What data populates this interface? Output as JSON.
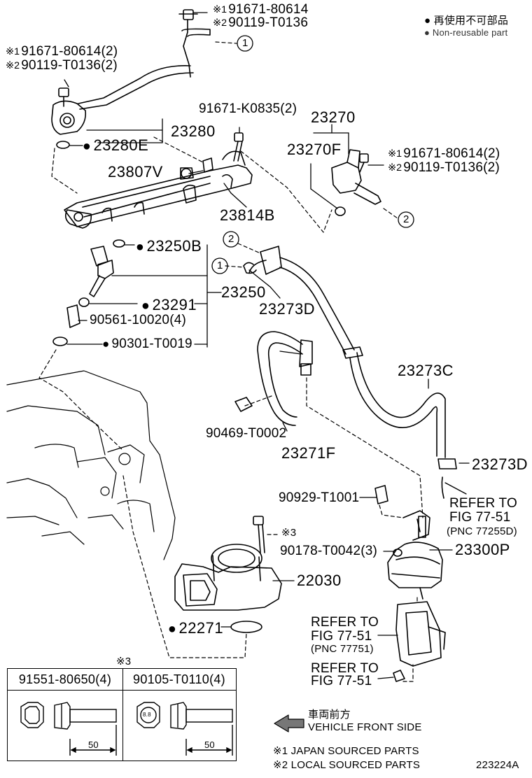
{
  "legend": {
    "reusable_ja": "● 再使用不可部品",
    "reusable_en": "● Non-reusable part"
  },
  "labels": {
    "p1": {
      "mark": "※1",
      "text": "91671-80614"
    },
    "p2": {
      "mark": "※2",
      "text": "90119-T0136"
    },
    "p3": {
      "mark": "※1",
      "text": "91671-80614(2)"
    },
    "p4": {
      "mark": "※2",
      "text": "90119-T0136(2)"
    },
    "p5": "91671-K0835(2)",
    "p6": "23270",
    "p7": "23280",
    "p8": "23280E",
    "p9": "23270F",
    "p10": {
      "mark": "※1",
      "text": "91671-80614(2)"
    },
    "p11": {
      "mark": "※2",
      "text": "90119-T0136(2)"
    },
    "p12": "23807V",
    "p13": "23814B",
    "p14": "23250B",
    "p15": "23250",
    "p16": "23273D",
    "p17": "23291",
    "p18": "90561-10020(4)",
    "p19": "90301-T0019",
    "p20": "23273C",
    "p21": "90469-T0002",
    "p22": "23271F",
    "p23": "23273D",
    "p24": "90929-T1001",
    "p25": "REFER TO",
    "p26": "FIG 77-51",
    "p27": "(PNC 77255D)",
    "p28": "※3",
    "p29": "90178-T0042(3)",
    "p30": "23300P",
    "p31": "22030",
    "p32": "22271",
    "p33": "REFER TO",
    "p34": "FIG 77-51",
    "p35": "(PNC 77751)",
    "p36": "REFER TO",
    "p37": "FIG 77-51"
  },
  "callouts": [
    "1",
    "2",
    "2",
    "1"
  ],
  "table": {
    "mark": "※3",
    "col1_header": "91551-80650(4)",
    "col2_header": "90105-T0110(4)",
    "col1_dim": "50",
    "col2_dim": "50",
    "col2_head_mark": "8.8"
  },
  "footer": {
    "front_ja": "車両前方",
    "front_en": "VEHICLE FRONT SIDE",
    "note1": "※1 JAPAN SOURCED PARTS",
    "note2": "※2 LOCAL SOURCED PARTS",
    "diagram_id": "223224A"
  }
}
